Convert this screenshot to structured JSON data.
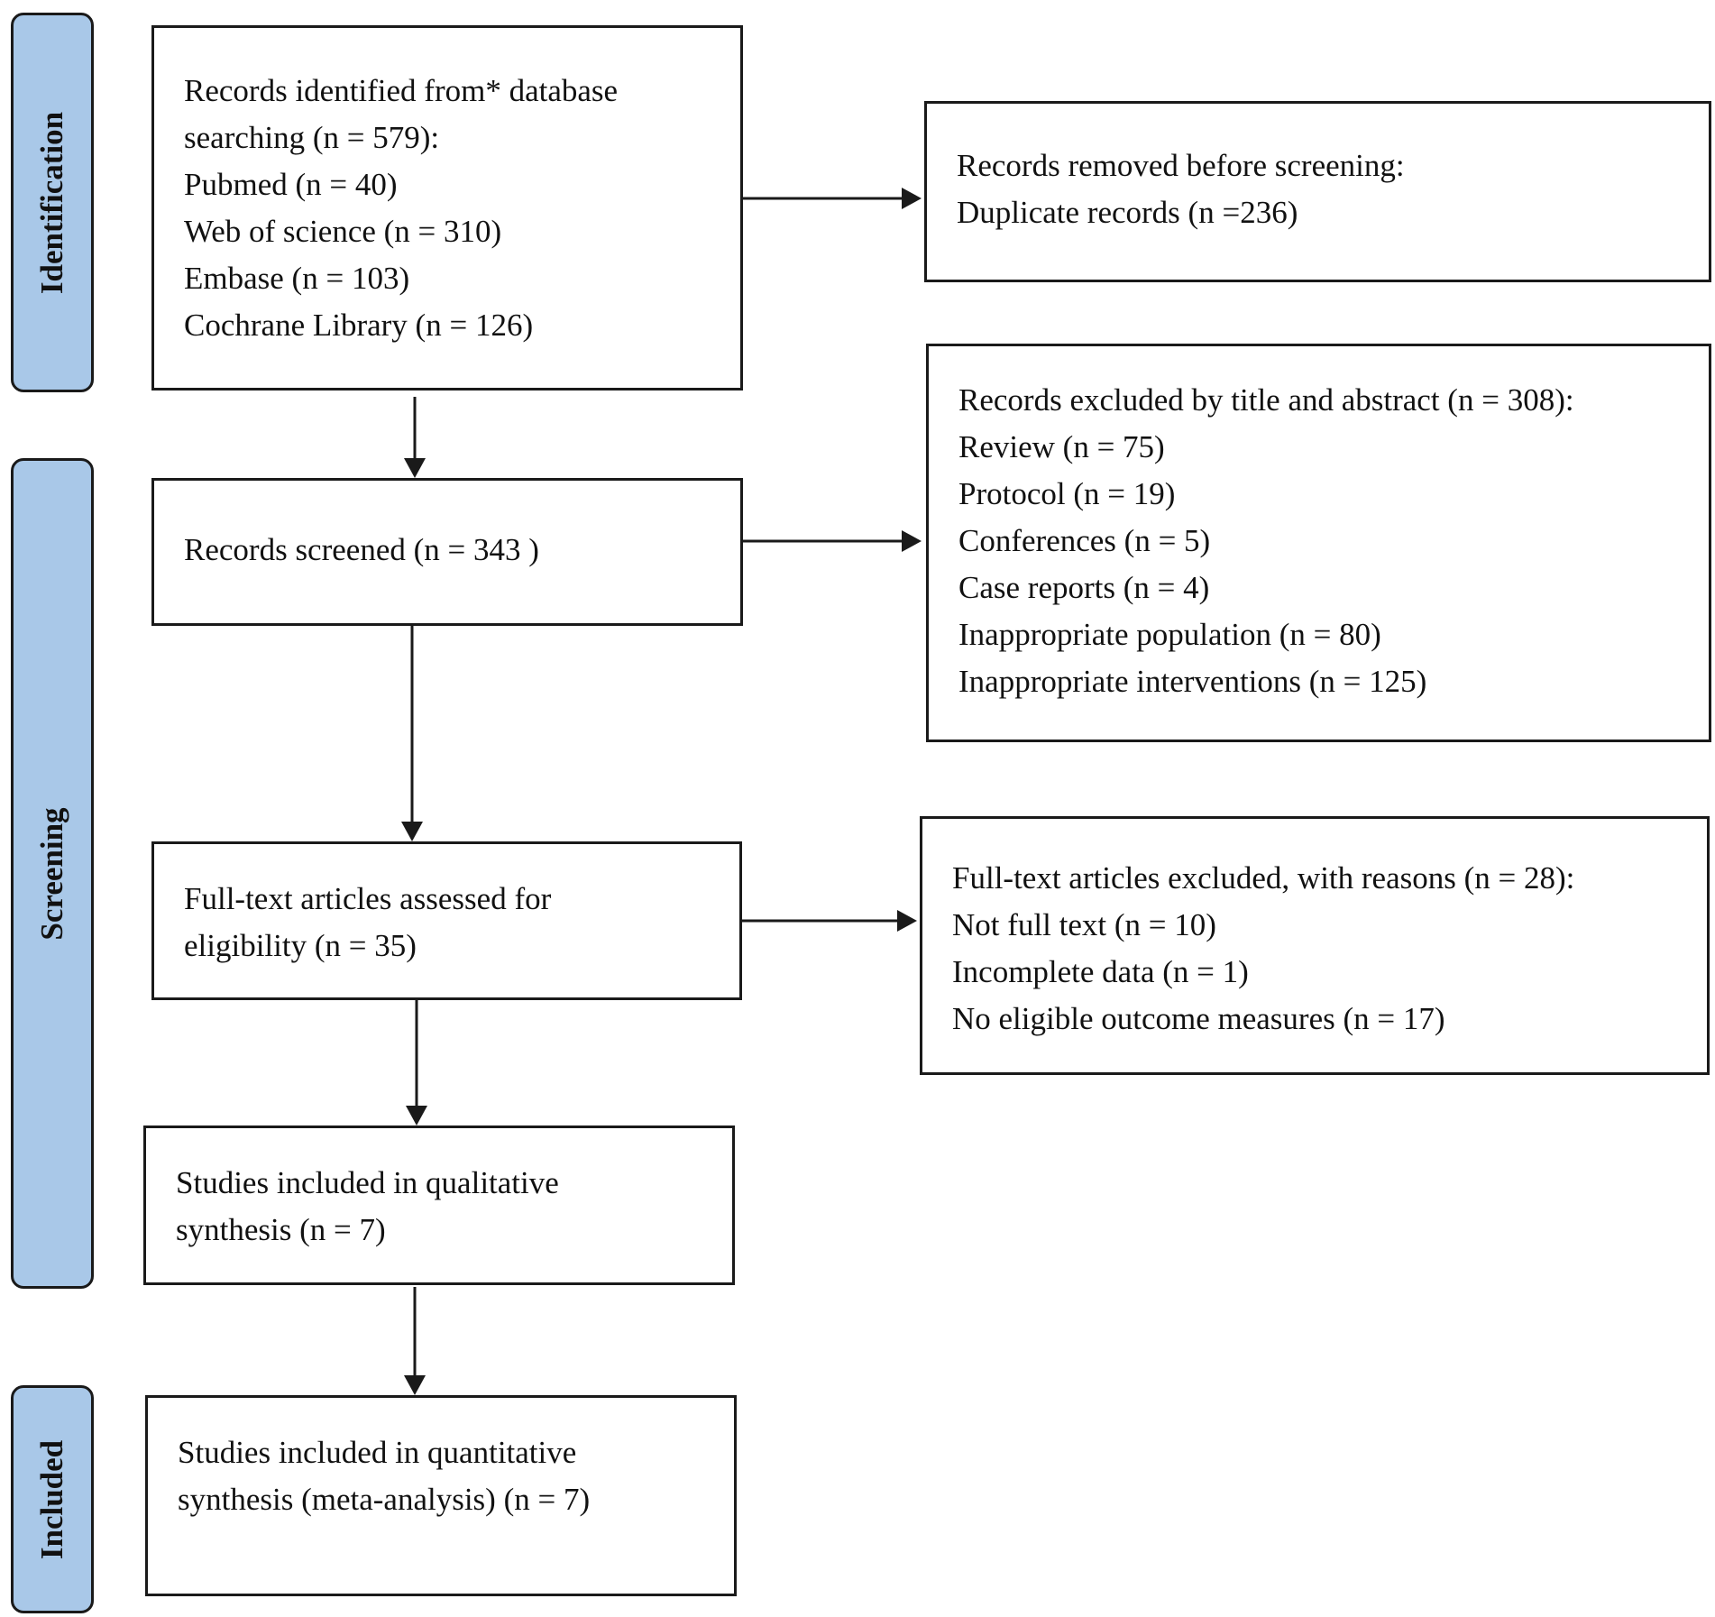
{
  "phases": {
    "identification": "Identification",
    "screening": "Screening",
    "included": "Included"
  },
  "boxes": {
    "records_identified": [
      "Records identified from* database",
      "searching (n = 579):",
      "Pubmed (n = 40)",
      "Web of science (n = 310)",
      "Embase (n = 103)",
      "Cochrane Library (n = 126)"
    ],
    "records_removed": [
      "Records removed before screening:",
      "Duplicate records (n =236)"
    ],
    "records_screened": [
      "Records screened (n = 343 )"
    ],
    "records_excluded": [
      "Records excluded by title and abstract (n = 308):",
      "Review (n = 75)",
      "Protocol (n = 19)",
      "Conferences (n = 5)",
      "Case reports (n = 4)",
      "Inappropriate population (n = 80)",
      "Inappropriate interventions (n = 125)"
    ],
    "fulltext_assessed": [
      "Full-text articles assessed for",
      "eligibility (n = 35)"
    ],
    "fulltext_excluded": [
      "Full-text articles excluded, with reasons (n = 28):",
      "Not full text (n = 10)",
      "Incomplete data (n = 1)",
      "No eligible outcome measures (n = 17)"
    ],
    "qualitative": [
      "Studies included in qualitative",
      "synthesis (n = 7)"
    ],
    "quantitative": [
      "Studies included in quantitative",
      "synthesis (meta-analysis) (n = 7)"
    ]
  },
  "colors": {
    "phase_fill": "#a9c8e8",
    "stroke": "#1a1a1a"
  }
}
